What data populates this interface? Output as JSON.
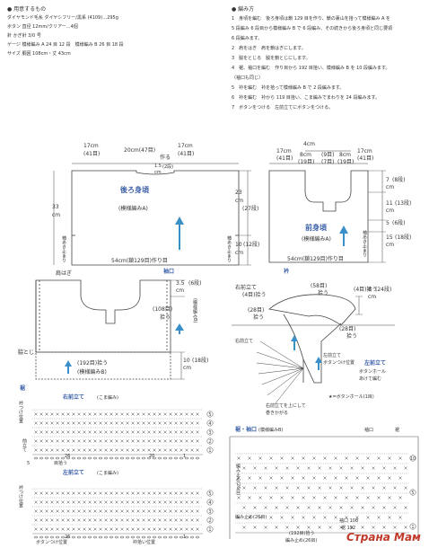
{
  "materials": {
    "heading": "● 用意するもの",
    "yarn": "ダイヤモンド毛糸 ダイヤシフリー/黒系 (4109)…295g",
    "button": "ボタン 直径 12mm/クリアー…4個",
    "hook": "針 かぎ針 3/0 号",
    "gauge": "ゲージ 模様編み A 24 目 12 段　模様編み B 26 目 18 段",
    "size": "サイズ 胴囲 108cm・丈 43cm"
  },
  "method": {
    "heading": "● 編み方",
    "steps": [
      "1　身頃を編む　後ろ身頃は鎖 129 目を作り、鎖の裏山を拾って模様編み A を",
      "5 段編み 6 段目から模様編み B で 6 段編み、その続きから後ろ身頃と同じ要領",
      "6 段編みます。",
      "2　肩をはぎ　肩を鎖はぎにします。",
      "3　脇をとじる　脇を鎖とじにします。",
      "4　裾、袖口を編む　作り目から 192 目拾い、模様編み B を 10 段編みます。",
      "（袖口も同じ）",
      "5　衿を編む　衿を拾って模様編み B で 2 段編みます。",
      "6　衿を編む　衿から 119 目拾い、こま編みでまわりを 24 段編みます。",
      "7　ボタンをつける　左前立てにボタンをつける。"
    ]
  },
  "back": {
    "title": "後ろ身頃",
    "pattern": "(模様編みA)",
    "left_top": "17cm",
    "left_top_st": "(41目)",
    "center_top": "20cm(47目)",
    "center_top2": "作る",
    "right_top": "17cm",
    "right_top_st": "(41目)",
    "neck_drop": "1.5",
    "neck_drop_unit": "cm",
    "neck_drop_rows": "(2段)",
    "height": "33",
    "height_unit": "cm",
    "right_side1": "23",
    "right_side1_unit": "cm",
    "right_side1_rows": "(27段)",
    "right_side2": "10",
    "right_side2_rows": "(12段)",
    "right_side2_unit": "cm",
    "side_note_l": "袖あき止まり",
    "side_note_r": "袖あき止まり",
    "bottom": "54cm(鎖129目)作り目"
  },
  "front": {
    "title": "前身頃",
    "pattern": "(模様編みA)",
    "neck_w": "4cm",
    "neck_w_st": "(9目)",
    "left": "17cm",
    "left_st": "(41目)",
    "center_l": "8cm",
    "center_l_st": "(19目)",
    "center_mid": "(7目)",
    "center_r": "8cm",
    "center_r_st": "(19目)",
    "right": "17cm",
    "right_st": "(41目)",
    "r1": "7",
    "r1_rows": "(8段)",
    "r1_unit": "cm",
    "r2": "11",
    "r2_rows": "(13段)",
    "r2_unit": "cm",
    "r3": "5",
    "r3_rows": "(6段)",
    "r4": "15",
    "r4_rows": "(18段)",
    "r4_unit": "cm",
    "side_note": "袖あき止まり",
    "bottom": "54cm(鎖129目)作り目"
  },
  "assembly": {
    "shoulder": "肩はぎ",
    "sleeve": "袖口",
    "sleeve_size": "3.5",
    "sleeve_rows": "(6段)",
    "sleeve_unit": "cm",
    "sleeve_pick": "(108目)",
    "sleeve_pick2": "拾う",
    "sleeve_pattern": "(模様編みB)",
    "side_seam": "脇とじ",
    "hem_pick": "(192目)拾う",
    "hem_pattern": "(模様編みB)",
    "hem_size": "10",
    "hem_rows": "(18段)",
    "hem_unit": "cm",
    "hem_label": "裾"
  },
  "collar": {
    "title": "衿",
    "collar_pick": "(58目)",
    "collar_pick2": "拾う",
    "right_front": "右前立て",
    "right_front_pick": "(4目)拾う",
    "left_front_pick": "(4目)拾う",
    "size": "8",
    "size_rows": "(24段)",
    "size_unit": "cm",
    "small_pick": "(28目)",
    "small_pick2": "拾う",
    "small_pick3": "(28目)",
    "small_pick4": "拾う",
    "right_inner": "右前立て",
    "left_inner": "左前立て",
    "button_pos": "ボタンつけ位置",
    "left_front_blue": "左前立て",
    "buttonhole_note": "ボタンホール",
    "buttonhole_note2": "あけて編む",
    "overlap_note": "右前立てを上にして",
    "overlap_note2": "巻きかがる",
    "star_note": "★=ボタンホール(1目)"
  },
  "charts": {
    "right_front_title": "右前立て",
    "right_front_sub": "(こま編み)",
    "left_front_title": "左前立て",
    "left_front_sub": "(こま編み)",
    "hem_title": "裾・袖口",
    "hem_sub": "(模様編みB)",
    "label_hem": "裾",
    "label_sleeve": "袖口",
    "rows_left_a": "衿つけ位置",
    "rows_left_b": "衿つけ位置",
    "repeat_a": "編み止め(26目)",
    "repeat_b": "編み止め(26目)",
    "repeat_c": "編み止め(26目)",
    "count_26": "26",
    "count_1": "1",
    "count_20": "20",
    "count_10": "10",
    "count_5": "5",
    "cast_a": "袖口 108",
    "cast_b": "裾 192",
    "bottom_note": "(192目)拾う",
    "corner_note": "前立て",
    "pick_note": "目拾う",
    "button_label": "ボタンつけ位置",
    "collar_pos": "衿拾い位置"
  },
  "watermark": "Страна Мам"
}
